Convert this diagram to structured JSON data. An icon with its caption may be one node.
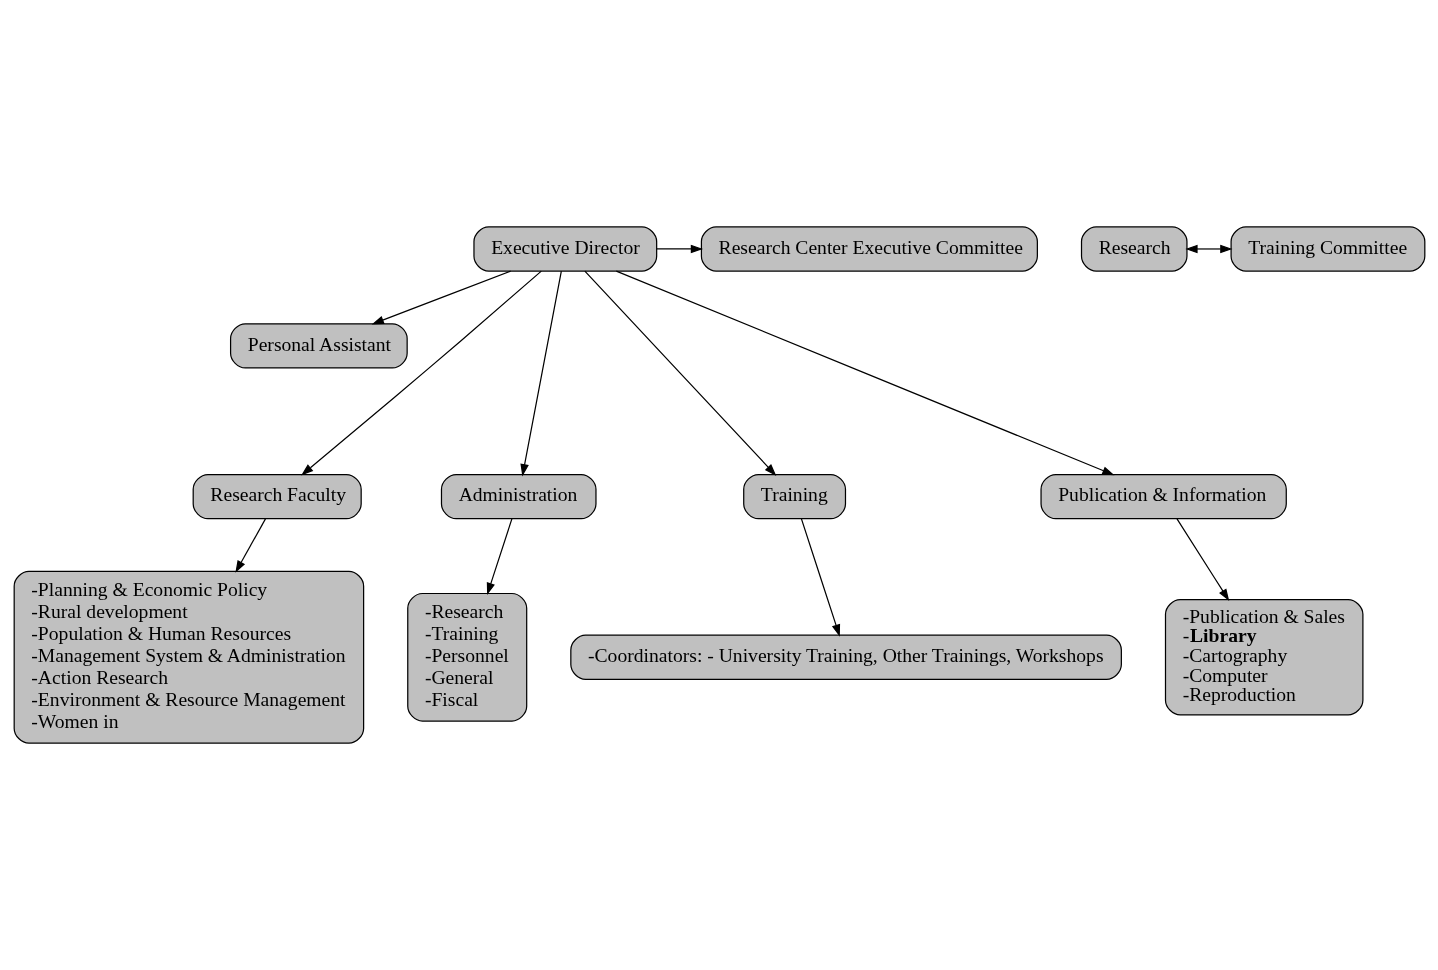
{
  "diagram": {
    "nodes": [
      {
        "text": [
          "Executive Director"
        ]
      },
      {
        "text": [
          "Research Center Executive Committee"
        ]
      },
      {
        "text": [
          "Personal Assistant"
        ]
      },
      {
        "text": [
          "Research"
        ]
      },
      {
        "text": [
          "Training Committee"
        ]
      },
      {
        "text": [
          "Research Faculty"
        ]
      },
      {
        "text": [
          "Administration"
        ]
      },
      {
        "text": [
          "Training"
        ]
      },
      {
        "text": [
          "Publication & Information"
        ]
      },
      {
        "text": [
          "-Planning & Economic Policy",
          "-Rural development",
          "-Population & Human Resources",
          "-Management System & Administration",
          "-Action Research",
          "-Environment & Resource Management",
          "-Women in"
        ]
      },
      {
        "text": [
          "-Research",
          "-Training",
          "-Personnel",
          "-General",
          "-Fiscal"
        ]
      },
      {
        "text": [
          "-Coordinators: - University Training, Other Trainings, Workshops"
        ]
      },
      {
        "text": [
          "-Publication & Sales",
          "-**Library**",
          "-Cartography",
          "-Computer",
          "-Reproduction"
        ]
      }
    ],
    "edges": [
      {
        "from": 0,
        "to": 1,
        "arrow": "to"
      },
      {
        "from": 0,
        "to": 2,
        "arrow": "to"
      },
      {
        "from": 3,
        "to": 4,
        "arrow": "both"
      },
      {
        "from": 0,
        "to": 5,
        "arrow": "to"
      },
      {
        "from": 0,
        "to": 6,
        "arrow": "to"
      },
      {
        "from": 0,
        "to": 7,
        "arrow": "to"
      },
      {
        "from": 0,
        "to": 8,
        "arrow": "to"
      },
      {
        "from": 5,
        "to": 9,
        "arrow": "to"
      },
      {
        "from": 6,
        "to": 10,
        "arrow": "to"
      },
      {
        "from": 7,
        "to": 11,
        "arrow": "to"
      },
      {
        "from": 8,
        "to": 12,
        "arrow": "to"
      }
    ]
  }
}
